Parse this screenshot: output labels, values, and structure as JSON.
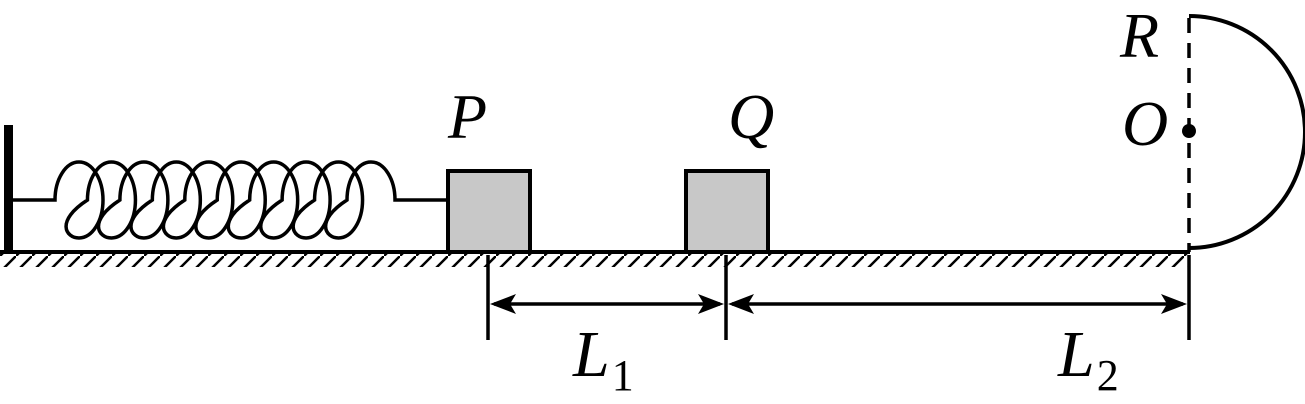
{
  "labels": {
    "block_p": "P",
    "block_q": "Q",
    "radius": "R",
    "center": "O",
    "dist_1": {
      "letter": "L",
      "sub": "1"
    },
    "dist_2": {
      "letter": "L",
      "sub": "2"
    }
  },
  "colors": {
    "line": "#000000",
    "block_fill": "#c8c8c8"
  }
}
